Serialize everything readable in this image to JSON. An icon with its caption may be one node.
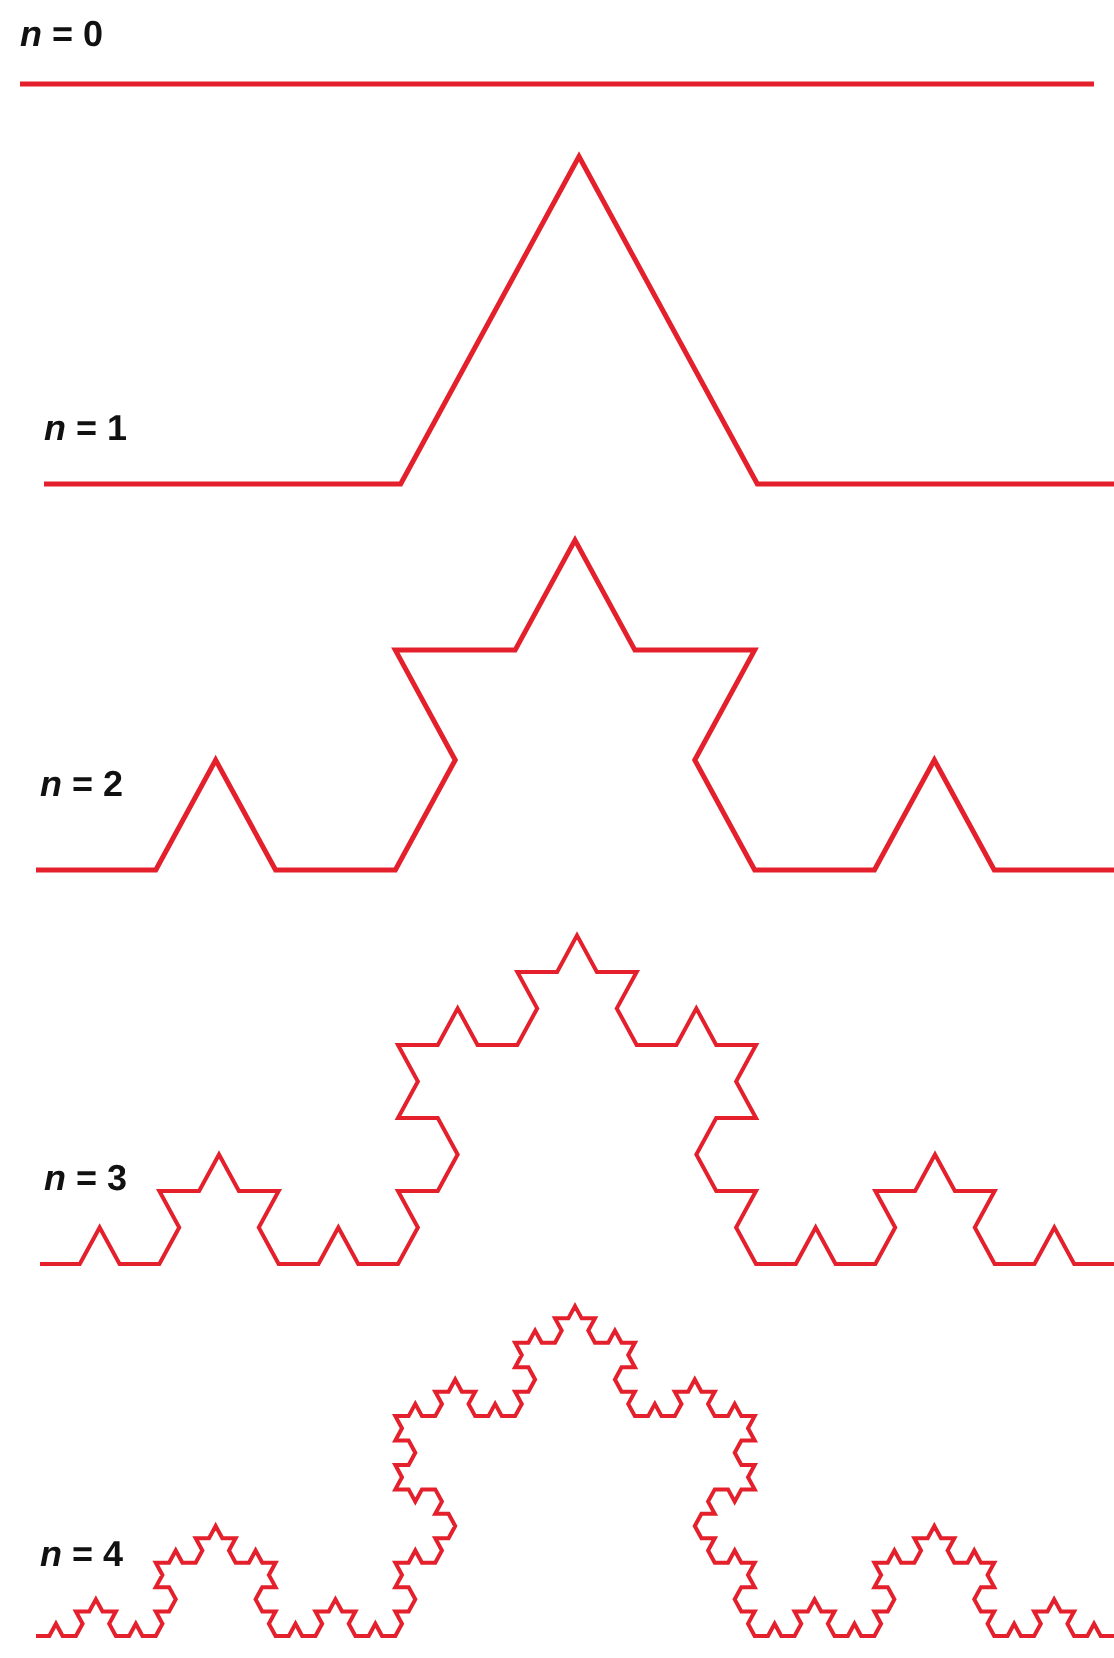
{
  "diagram": {
    "labels": [
      "*n* = 0",
      "*n* = 1",
      "*n* = 2",
      "*n* = 3",
      "*n* = 4"
    ]
  }
}
